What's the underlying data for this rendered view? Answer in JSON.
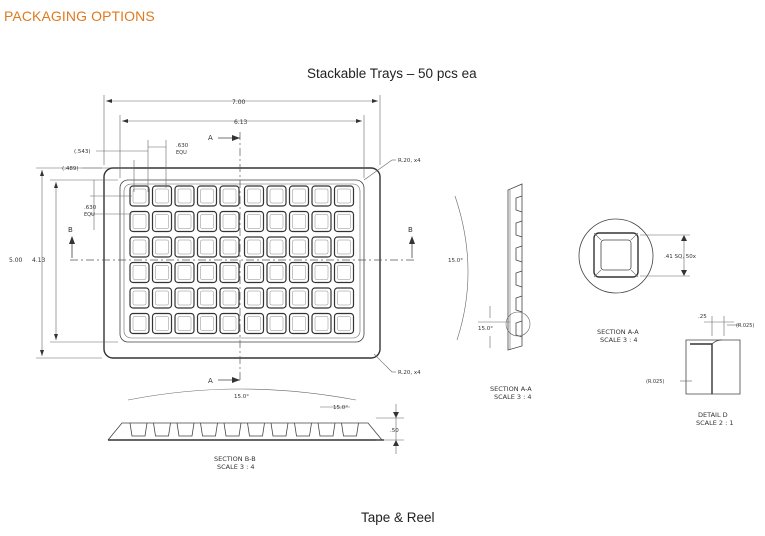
{
  "heading": "PACKAGING OPTIONS",
  "caption_tray": "Stackable Trays – 50 pcs ea",
  "caption_tape": "Tape & Reel",
  "dims": {
    "width_700": "7.00",
    "width_613": "6.13",
    "d_543": "(.543)",
    "d_489": "(.489)",
    "d_630_a": ".630",
    "equ_a": "EQU",
    "d_630_b": ".630",
    "equ_b": "EQU",
    "r20_top": "R.20, x4",
    "r20_bottom": "R.20, x4",
    "h_500": "5.00",
    "h_413": "4.13",
    "sec_a_top": "A",
    "sec_a_bottom": "A",
    "sec_b_left": "B",
    "sec_b_right": "B",
    "angle_side": "15.0°",
    "angle_small": "15.0°",
    "pocket_dim": ".41 SQ, 50x",
    "d_25": ".25",
    "r025_right": "(R.025)",
    "r025_left": "(R.025)",
    "angle_bb_top": "15.0°",
    "angle_bb_right": "15.0°",
    "d_50": ".50"
  },
  "labels": {
    "section_bb": "SECTION B-B",
    "section_bb_scale": "SCALE 3 : 4",
    "section_aa_side": "SECTION A-A",
    "section_aa_side_scale": "SCALE 3 : 4",
    "section_aa_detail": "SECTION A-A",
    "section_aa_detail_scale": "SCALE 3 : 4",
    "detail_d": "DETAIL D",
    "detail_d_scale": "SCALE 2 : 1"
  }
}
